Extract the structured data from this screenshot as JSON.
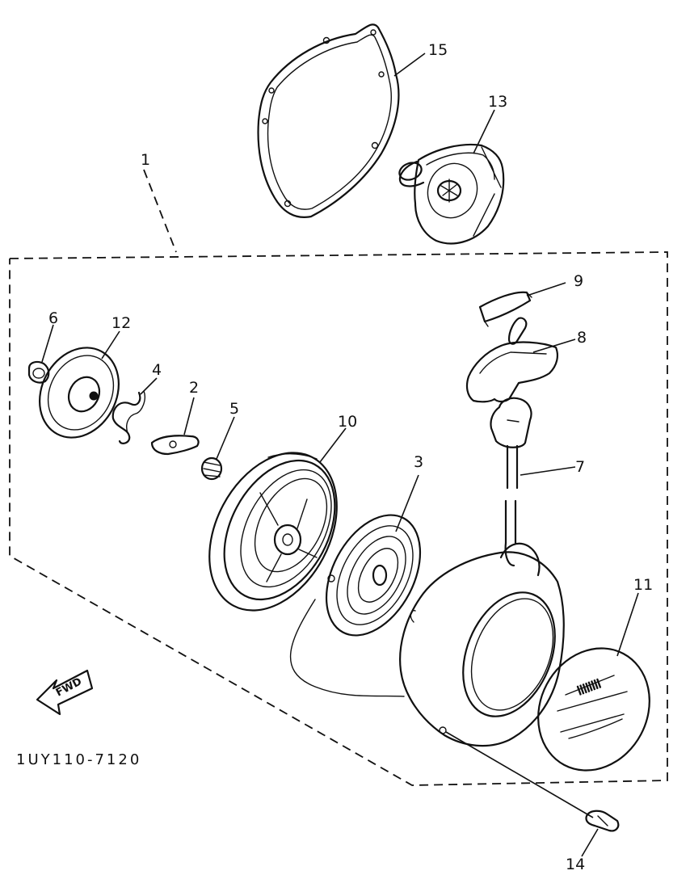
{
  "diagram": {
    "part_code": "1UY110-7120",
    "direction_label": "FWD",
    "callouts": {
      "p1": "1",
      "p2": "2",
      "p3": "3",
      "p4": "4",
      "p5": "5",
      "p6": "6",
      "p7": "7",
      "p8": "8",
      "p9": "9",
      "p10": "10",
      "p11": "11",
      "p12": "12",
      "p13": "13",
      "p14": "14",
      "p15": "15"
    },
    "line_color": "#111111",
    "background": "#ffffff"
  }
}
